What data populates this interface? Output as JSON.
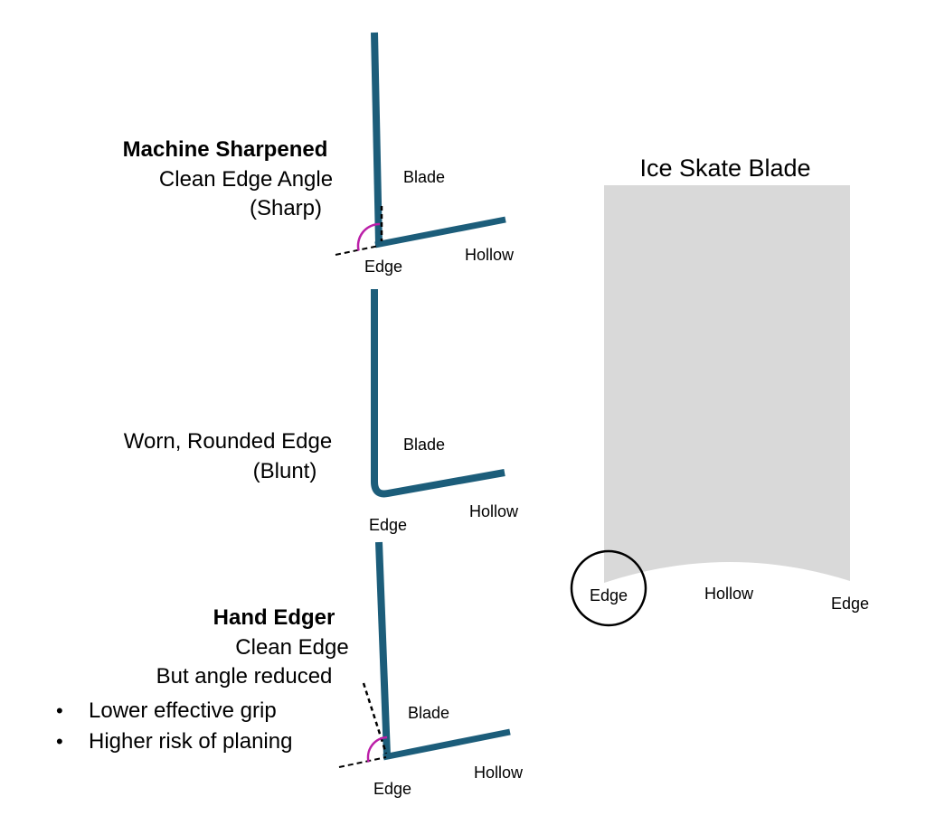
{
  "colors": {
    "blade_teal": "#1c5d7a",
    "angle_magenta": "#bb1fa8",
    "blade_gray": "#d9d9d9",
    "dashed_black": "#000000"
  },
  "bullet_glyph": "•",
  "sections": {
    "machine": {
      "title": "Machine Sharpened",
      "subtitle": "Clean Edge Angle",
      "note": "(Sharp)",
      "labels": {
        "blade": "Blade",
        "hollow": "Hollow",
        "edge": "Edge"
      }
    },
    "worn": {
      "title": "Worn, Rounded Edge",
      "note": "(Blunt)",
      "labels": {
        "blade": "Blade",
        "hollow": "Hollow",
        "edge": "Edge"
      }
    },
    "hand": {
      "title": "Hand Edger",
      "subtitle": "Clean Edge",
      "note": "But angle reduced",
      "bullets": [
        "Lower effective grip",
        "Higher risk of planing"
      ],
      "labels": {
        "blade": "Blade",
        "hollow": "Hollow",
        "edge": "Edge"
      }
    },
    "skate_profile": {
      "title": "Ice Skate Blade",
      "labels": {
        "edge_left": "Edge",
        "hollow": "Hollow",
        "edge_right": "Edge"
      }
    }
  }
}
